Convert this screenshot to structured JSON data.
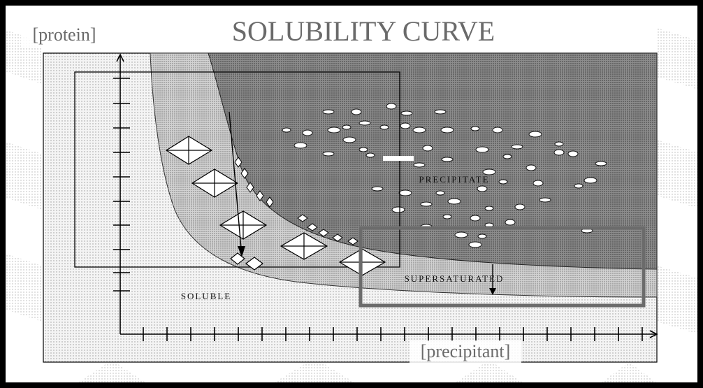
{
  "diagram": {
    "title": "SOLUBILITY CURVE",
    "y_axis_label": "[protein]",
    "x_axis_label": "[precipitant]",
    "regions": {
      "precipitate": "PRECIPITATE",
      "supersaturated": "SUPERSATURATED",
      "soluble": "SOLUBLE"
    }
  },
  "colors": {
    "border": "#000000",
    "precipitate_fill": "#8f8f8f",
    "supersaturated_fill": "#c9c9c9",
    "soluble_fill": "#ececec",
    "highlight_box": "#6b6b6b",
    "title": "#6a6a6a"
  }
}
